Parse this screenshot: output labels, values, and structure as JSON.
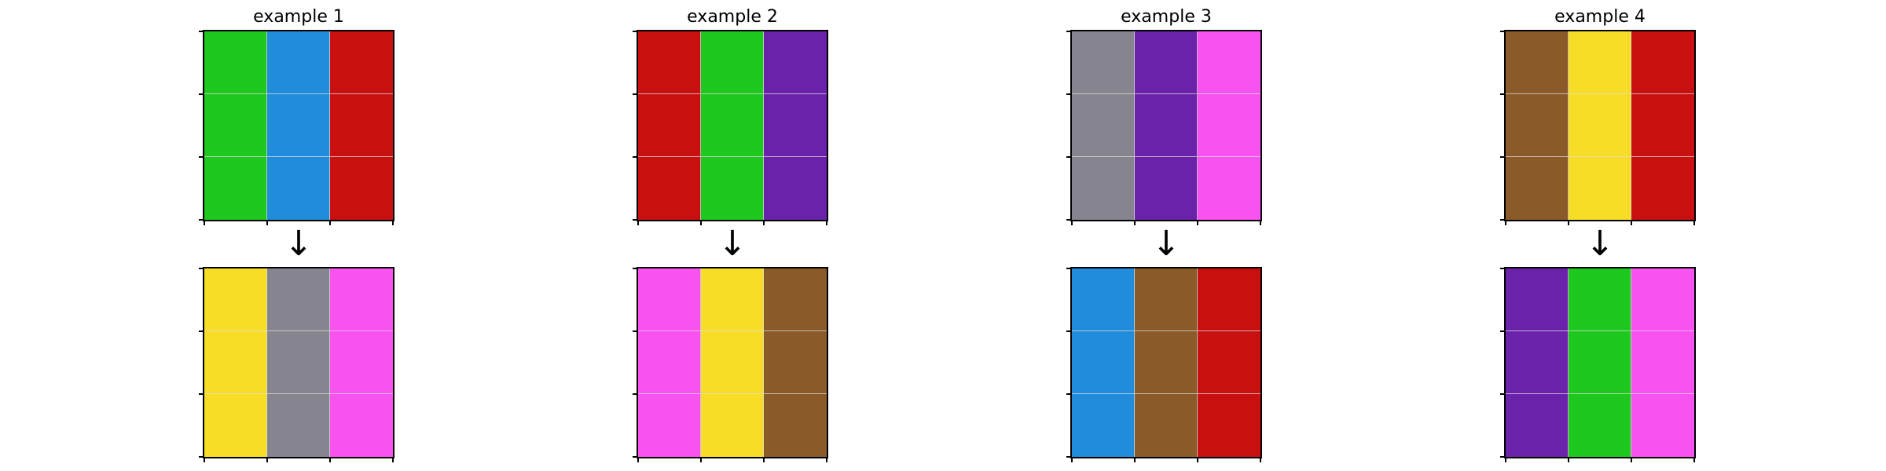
{
  "arrow_glyph": "↓",
  "colors": {
    "green": "#1fc81f",
    "blue": "#218bdc",
    "red": "#c81010",
    "purple": "#6a22aa",
    "gray": "#86858f",
    "magenta": "#f852f0",
    "brown": "#8a5a28",
    "yellow": "#f7dd26"
  },
  "examples": [
    {
      "title": "example 1",
      "input": [
        [
          "green",
          "blue",
          "red"
        ],
        [
          "green",
          "blue",
          "red"
        ],
        [
          "green",
          "blue",
          "red"
        ]
      ],
      "output": [
        [
          "yellow",
          "gray",
          "magenta"
        ],
        [
          "yellow",
          "gray",
          "magenta"
        ],
        [
          "yellow",
          "gray",
          "magenta"
        ]
      ]
    },
    {
      "title": "example 2",
      "input": [
        [
          "red",
          "green",
          "purple"
        ],
        [
          "red",
          "green",
          "purple"
        ],
        [
          "red",
          "green",
          "purple"
        ]
      ],
      "output": [
        [
          "magenta",
          "yellow",
          "brown"
        ],
        [
          "magenta",
          "yellow",
          "brown"
        ],
        [
          "magenta",
          "yellow",
          "brown"
        ]
      ]
    },
    {
      "title": "example 3",
      "input": [
        [
          "gray",
          "purple",
          "magenta"
        ],
        [
          "gray",
          "purple",
          "magenta"
        ],
        [
          "gray",
          "purple",
          "magenta"
        ]
      ],
      "output": [
        [
          "blue",
          "brown",
          "red"
        ],
        [
          "blue",
          "brown",
          "red"
        ],
        [
          "blue",
          "brown",
          "red"
        ]
      ]
    },
    {
      "title": "example 4",
      "input": [
        [
          "brown",
          "yellow",
          "red"
        ],
        [
          "brown",
          "yellow",
          "red"
        ],
        [
          "brown",
          "yellow",
          "red"
        ]
      ],
      "output": [
        [
          "purple",
          "green",
          "magenta"
        ],
        [
          "purple",
          "green",
          "magenta"
        ],
        [
          "purple",
          "green",
          "magenta"
        ]
      ]
    }
  ]
}
